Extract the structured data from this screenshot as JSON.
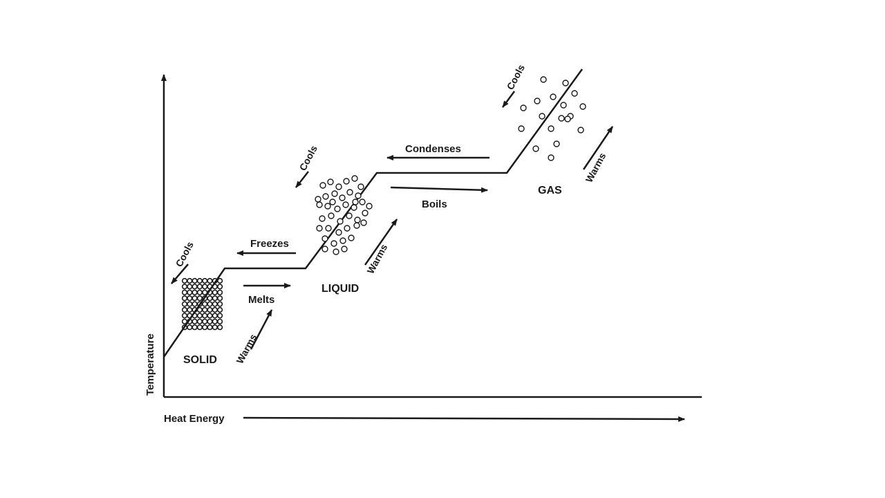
{
  "axes": {
    "x_label": "Heat Energy",
    "y_label": "Temperature"
  },
  "states": {
    "solid": "SOLID",
    "liquid": "LIQUID",
    "gas": "GAS"
  },
  "transitions": {
    "melts": "Melts",
    "freezes": "Freezes",
    "boils": "Boils",
    "condenses": "Condenses"
  },
  "slopes": {
    "solid_warms": "Warms",
    "solid_cools": "Cools",
    "liquid_warms": "Warms",
    "liquid_cools": "Cools",
    "gas_warms": "Warms",
    "gas_cools": "Cools"
  },
  "colors": {
    "ink": "#1a1a1a",
    "background": "#ffffff"
  }
}
